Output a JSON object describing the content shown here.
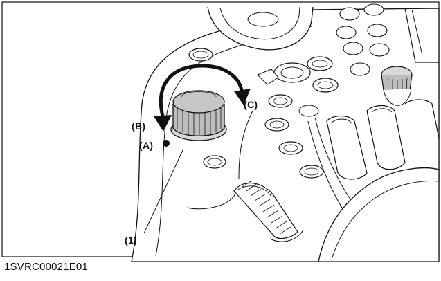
{
  "labels": {
    "callout_c": "(C)",
    "callout_b": "(B)",
    "callout_a": "(A)",
    "callout_1": "(1)"
  },
  "figure_code": "1SVRC00021E01",
  "colors": {
    "line": "#111111",
    "knob_top": "#bdbdbd",
    "knob_base": "#d8d8d8",
    "background": "#ffffff"
  }
}
